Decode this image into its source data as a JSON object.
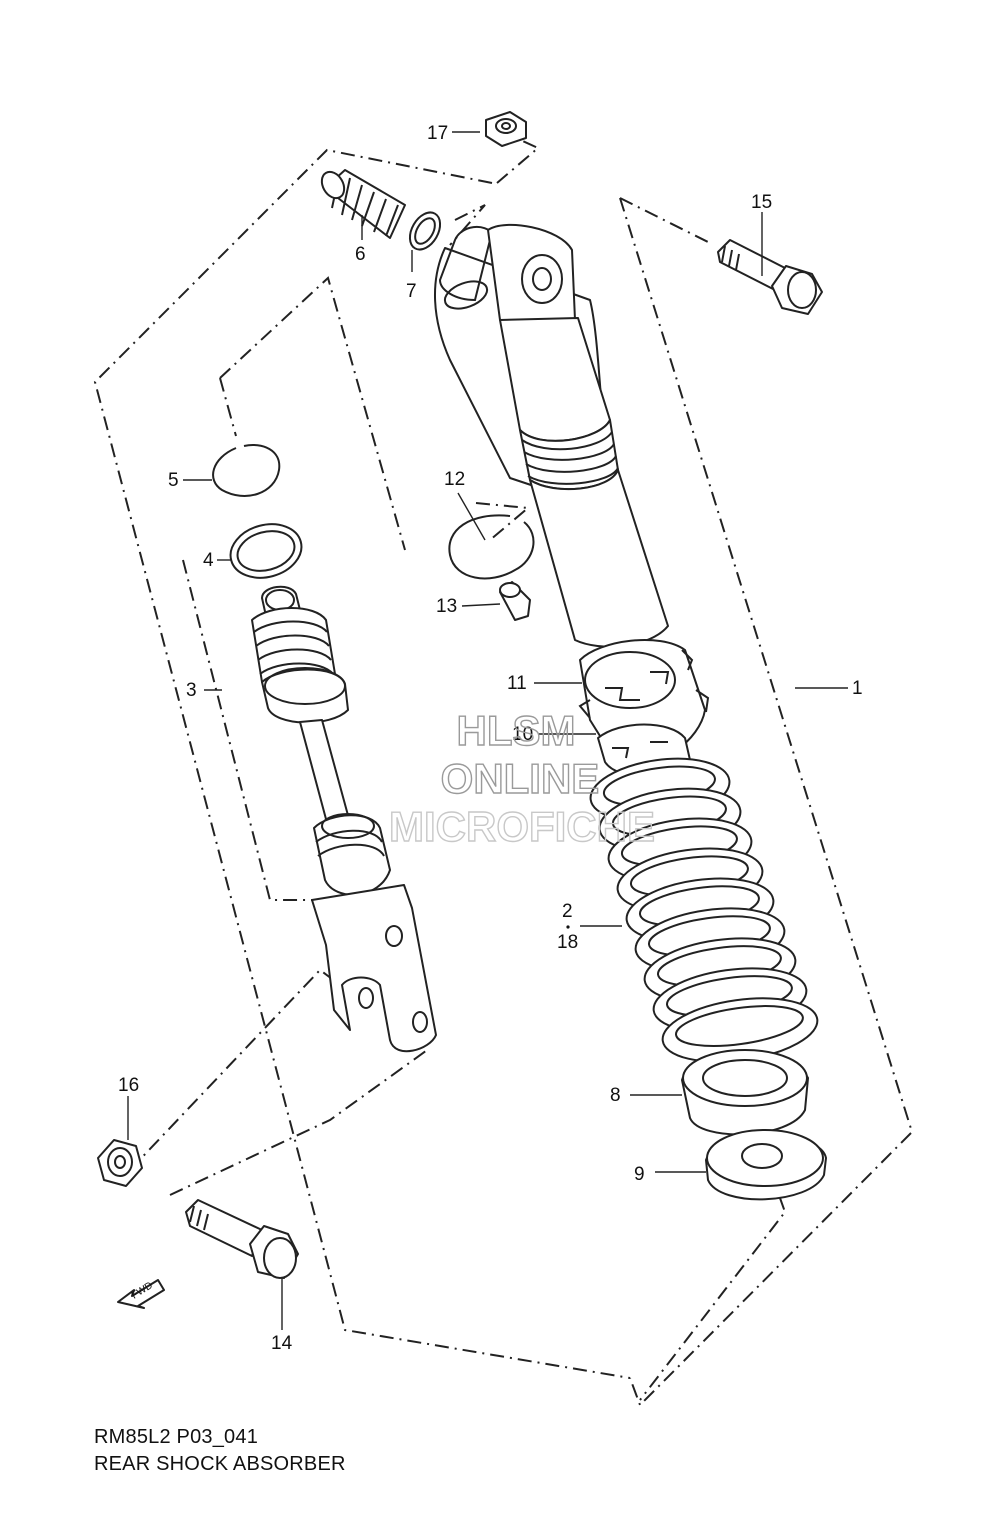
{
  "watermark": {
    "line1": "HLSM",
    "line2": "ONLINE",
    "line3": "MICROFICHE"
  },
  "direction_marker": {
    "label": "FWD",
    "icon": "forward-arrow-icon"
  },
  "callouts": {
    "c1": "1",
    "c2": "2",
    "c18": "18",
    "c3": "3",
    "c4": "4",
    "c5": "5",
    "c6": "6",
    "c7": "7",
    "c8": "8",
    "c9": "9",
    "c10": "10",
    "c11": "11",
    "c12": "12",
    "c13": "13",
    "c14": "14",
    "c15": "15",
    "c16": "16",
    "c17": "17"
  },
  "caption": {
    "code": "RM85L2 P03_041",
    "title": "REAR SHOCK ABSORBER"
  }
}
